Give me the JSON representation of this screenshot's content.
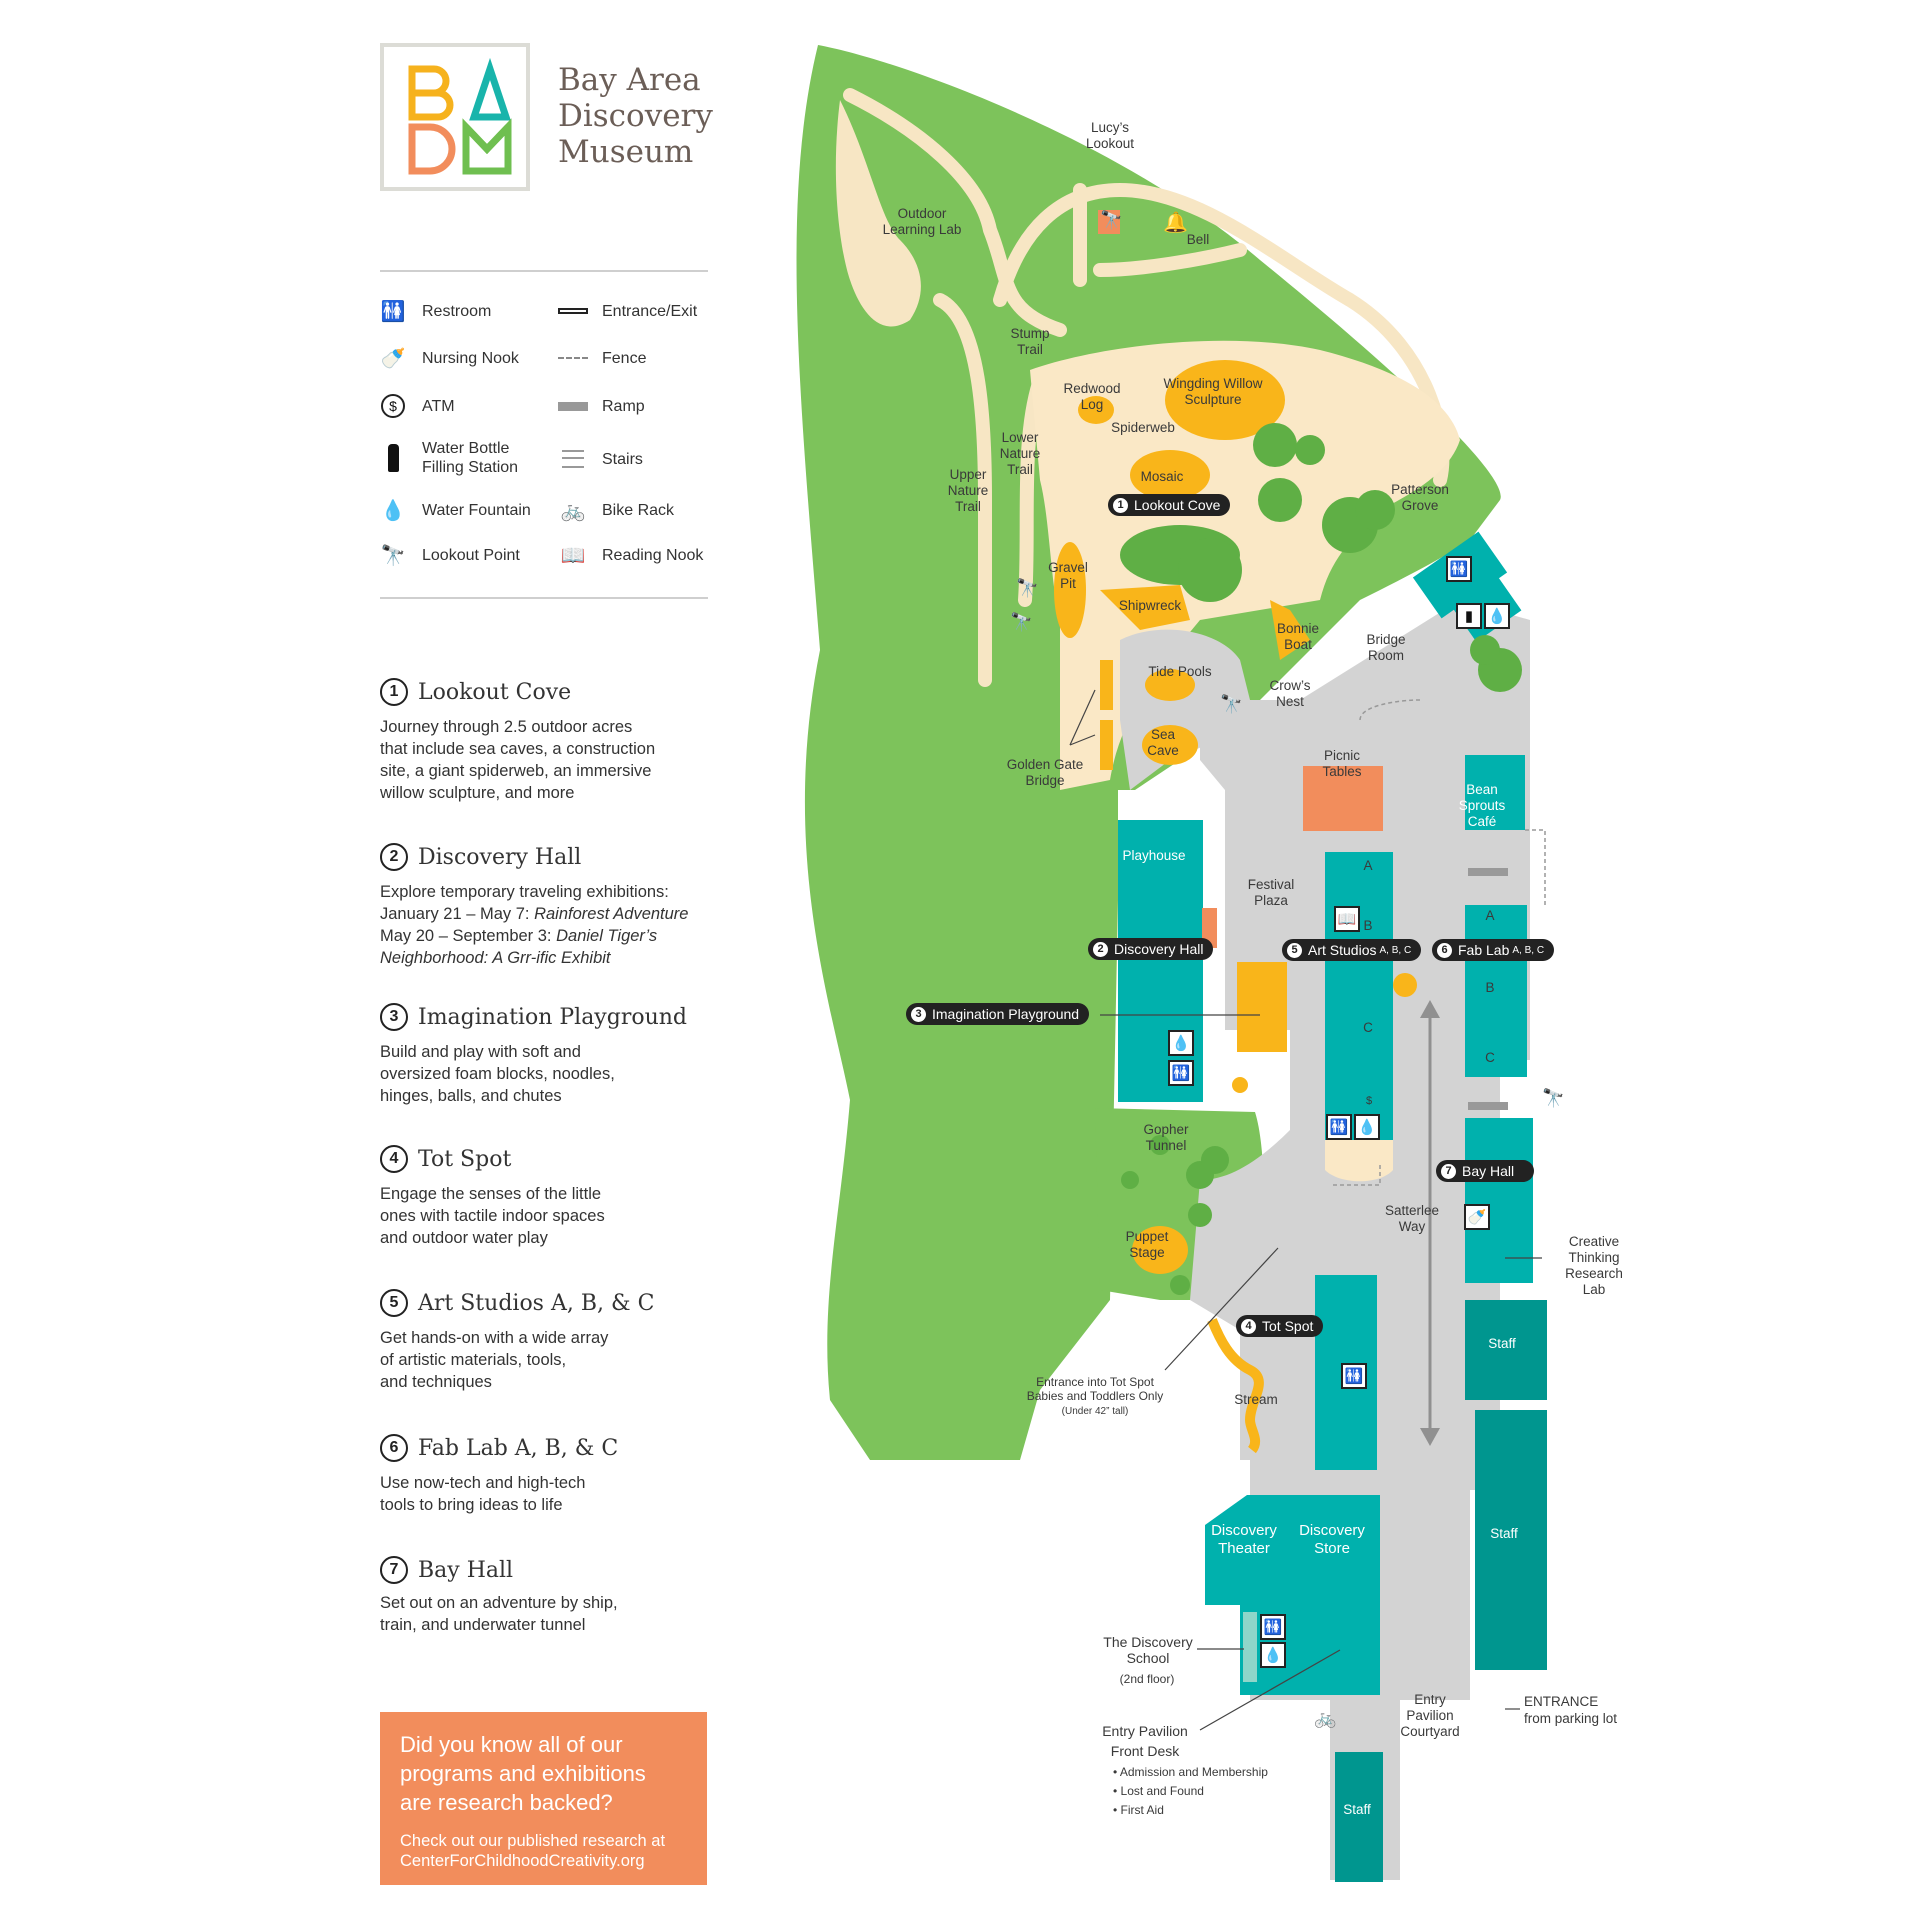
{
  "header": {
    "logo_letters": [
      "B",
      "A",
      "D",
      "M"
    ],
    "museum_name": "Bay Area\nDiscovery\nMuseum"
  },
  "legend": [
    {
      "icon": "restroom-icon",
      "glyph": "🚻",
      "label": "Restroom"
    },
    {
      "icon": "entrance-exit-icon",
      "glyph": "▭",
      "label": "Entrance/Exit"
    },
    {
      "icon": "nursing-nook-icon",
      "glyph": "🍼",
      "label": "Nursing Nook"
    },
    {
      "icon": "fence-icon",
      "glyph": "┄",
      "label": "Fence"
    },
    {
      "icon": "atm-icon",
      "glyph": "$",
      "label": "ATM"
    },
    {
      "icon": "ramp-icon",
      "glyph": "▬",
      "label": "Ramp"
    },
    {
      "icon": "water-bottle-icon",
      "glyph": "▮",
      "label": "Water Bottle\nFilling Station"
    },
    {
      "icon": "stairs-icon",
      "glyph": "≡",
      "label": "Stairs"
    },
    {
      "icon": "water-fountain-icon",
      "glyph": "💧",
      "label": "Water Fountain"
    },
    {
      "icon": "bike-rack-icon",
      "glyph": "🚲",
      "label": "Bike Rack"
    },
    {
      "icon": "lookout-point-icon",
      "glyph": "🔭",
      "label": "Lookout Point"
    },
    {
      "icon": "reading-nook-icon",
      "glyph": "📖",
      "label": "Reading Nook"
    }
  ],
  "sections": [
    {
      "num": "1",
      "title": "Lookout Cove",
      "body": "Journey through 2.5 outdoor acres\nthat include sea caves, a construction\nsite, a giant spiderweb, an immersive\nwillow sculpture, and more"
    },
    {
      "num": "2",
      "title": "Discovery Hall",
      "body_lines": [
        "Explore temporary traveling exhibitions:",
        "January 21 – May 7: ",
        "Rainforest Adventure",
        "May 20 – September 3: ",
        "Daniel Tiger’s",
        "Neighborhood: A Grr-ific Exhibit"
      ]
    },
    {
      "num": "3",
      "title": "Imagination Playground",
      "body": "Build and play with soft and\noversized foam blocks, noodles,\nhinges, balls, and chutes"
    },
    {
      "num": "4",
      "title": "Tot Spot",
      "body": "Engage the senses of the little\nones with tactile indoor spaces\nand outdoor water play"
    },
    {
      "num": "5",
      "title": "Art Studios A, B, & C",
      "body": "Get hands-on with a wide array\nof artistic materials, tools,\nand techniques"
    },
    {
      "num": "6",
      "title": "Fab Lab A, B, & C",
      "body": "Use now-tech and high-tech\ntools to bring ideas to life"
    },
    {
      "num": "7",
      "title": "Bay Hall",
      "body": "Set out on an adventure by ship,\ntrain, and underwater tunnel"
    }
  ],
  "promo": {
    "question": "Did you know all of our\nprograms and exhibitions\nare research backed?",
    "cta": "Check out our published research at\nCenterForChildhoodCreativity.org"
  },
  "map": {
    "labels": {
      "lucys_lookout": "Lucy’s\nLookout",
      "outdoor_learning_lab": "Outdoor\nLearning Lab",
      "bell": "Bell",
      "stump_trail": "Stump\nTrail",
      "redwood_log": "Redwood\nLog",
      "wingding_willow": "Wingding Willow\nSculpture",
      "spiderweb": "Spiderweb",
      "lower_nature_trail": "Lower\nNature\nTrail",
      "upper_nature_trail": "Upper\nNature\nTrail",
      "mosaic": "Mosaic",
      "patterson_grove": "Patterson\nGrove",
      "gravel_pit": "Gravel\nPit",
      "shipwreck": "Shipwreck",
      "bonnie_boat": "Bonnie\nBoat",
      "bridge_room": "Bridge\nRoom",
      "tide_pools": "Tide Pools",
      "crows_nest": "Crow’s\nNest",
      "sea_cave": "Sea\nCave",
      "golden_gate_bridge": "Golden Gate\nBridge",
      "picnic_tables": "Picnic\nTables",
      "bean_sprouts_cafe": "Bean\nSprouts\nCafé",
      "playhouse": "Playhouse",
      "festival_plaza": "Festival\nPlaza",
      "studio_a": "A",
      "studio_b": "B",
      "studio_c": "C",
      "fab_a": "A",
      "fab_b": "B",
      "fab_c": "C",
      "gopher_tunnel": "Gopher\nTunnel",
      "puppet_stage": "Puppet\nStage",
      "satterlee_way": "Satterlee\nWay",
      "creative_thinking_lab": "Creative\nThinking\nResearch\nLab",
      "staff_1": "Staff",
      "staff_2": "Staff",
      "staff_3": "Staff",
      "stream": "Stream",
      "tot_spot_entrance": "Entrance into Tot Spot\nBabies and Toddlers Only",
      "tot_spot_entrance_note": "(Under 42” tall)",
      "discovery_theater": "Discovery\nTheater",
      "discovery_store": "Discovery\nStore",
      "discovery_school": "The Discovery\nSchool",
      "discovery_school_note": "(2nd floor)",
      "entry_pavilion_front_desk": "Entry Pavilion\nFront Desk",
      "front_desk_items": "• Admission and Membership\n• Lost and Found\n• First Aid",
      "entry_pavilion_courtyard": "Entry\nPavilion\nCourtyard",
      "entrance": "ENTRANCE",
      "entrance_note": "from parking lot",
      "atm_symbol": "$"
    },
    "pills": {
      "lookout_cove": {
        "num": "1",
        "label": "Lookout Cove"
      },
      "discovery_hall": {
        "num": "2",
        "label": "Discovery Hall"
      },
      "imagination_playground": {
        "num": "3",
        "label": "Imagination Playground"
      },
      "tot_spot": {
        "num": "4",
        "label": "Tot Spot"
      },
      "art_studios": {
        "num": "5",
        "label": "Art Studios",
        "suffix": "A, B, C"
      },
      "fab_lab": {
        "num": "6",
        "label": "Fab Lab",
        "suffix": "A, B, C"
      },
      "bay_hall": {
        "num": "7",
        "label": "Bay Hall"
      }
    },
    "icons": {
      "restroom": "🚻",
      "fountain": "💧",
      "bottle": "▮",
      "nursing": "🍼",
      "reading": "📖",
      "lookout": "🔭",
      "bell": "🔔",
      "bike": "🚲"
    }
  },
  "colors": {
    "grass": "#7dc35b",
    "grass_dark": "#5faf45",
    "path": "#f7e6c4",
    "sand": "#fae8c6",
    "plaza": "#d3d3d3",
    "building": "#00b1ad",
    "building_dark": "#00968f",
    "play": "#f9b51a",
    "accent": "#f28d5c"
  }
}
